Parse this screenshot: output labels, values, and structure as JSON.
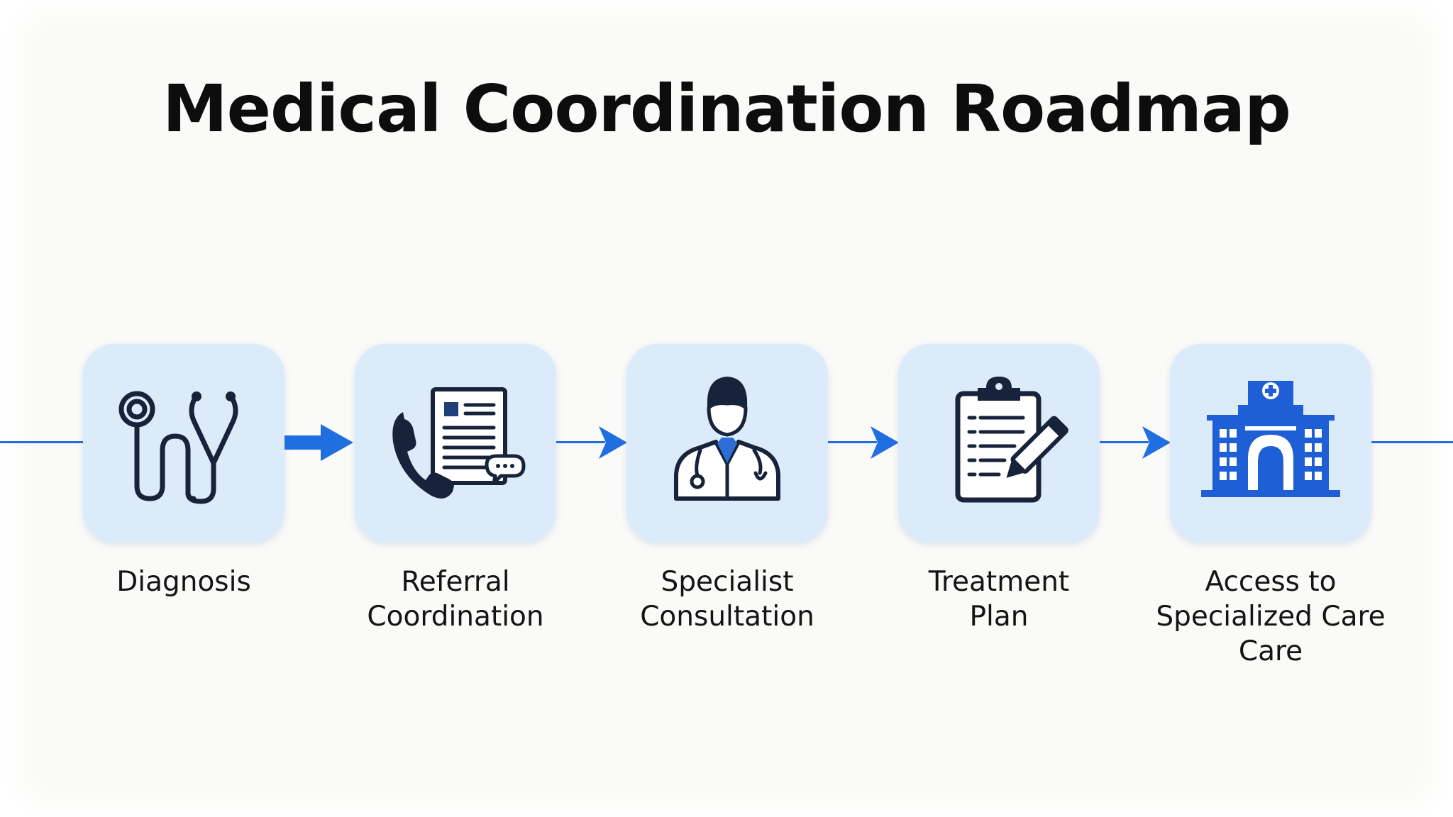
{
  "title": "Medical Coordination Roadmap",
  "colors": {
    "accent": "#1f6fe0",
    "card_fill": "#dcebfa",
    "icon_stroke": "#16233a",
    "hospital_blue": "#1f5fd6"
  },
  "steps": [
    {
      "icon": "stethoscope-icon",
      "label_lines": [
        "Diagnosis"
      ]
    },
    {
      "icon": "phone-document-icon",
      "label_lines": [
        "Referral",
        "Coordination"
      ]
    },
    {
      "icon": "doctor-icon",
      "label_lines": [
        "Specialist",
        "Consultation"
      ]
    },
    {
      "icon": "clipboard-pencil-icon",
      "label_lines": [
        "Treatment",
        "Plan"
      ]
    },
    {
      "icon": "hospital-icon",
      "label_lines": [
        "Access to",
        "Specialized Care",
        "Care"
      ]
    }
  ]
}
